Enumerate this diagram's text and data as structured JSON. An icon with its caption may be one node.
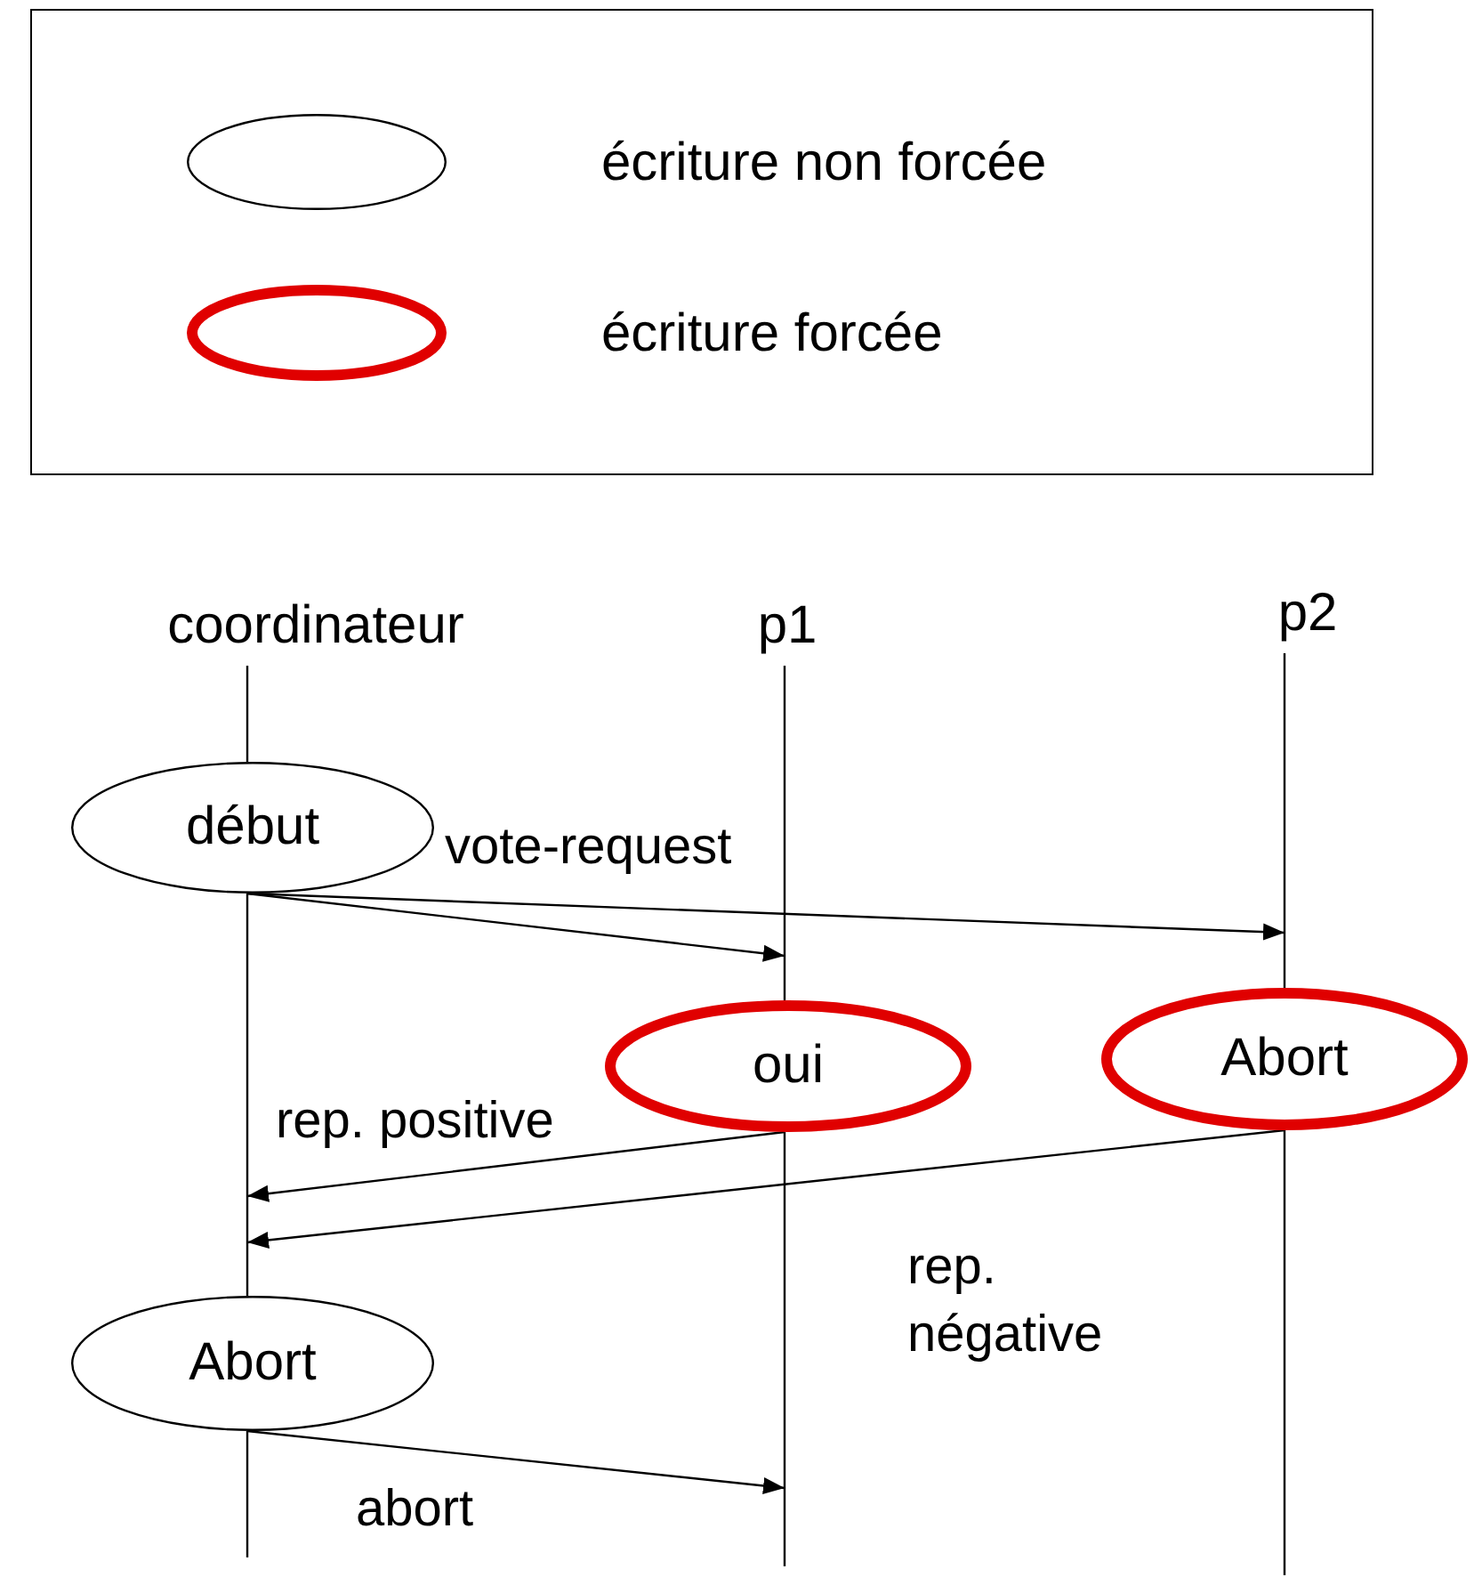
{
  "diagram": {
    "nodes": [
      {
        "text": [
          "coordinateur"
        ]
      },
      {
        "text": [
          "p1"
        ]
      },
      {
        "text": [
          "p2"
        ]
      },
      {
        "text": [
          "début"
        ]
      },
      {
        "text": [
          "oui"
        ]
      },
      {
        "text": [
          "Abort"
        ]
      },
      {
        "text": [
          "Abort"
        ]
      }
    ],
    "edges": [
      {
        "from": 0,
        "to": 3,
        "arrow": "none"
      },
      {
        "from": 3,
        "to": 6,
        "arrow": "none"
      },
      {
        "from": 6,
        "to": null,
        "arrow": "none"
      },
      {
        "from": 1,
        "to": 4,
        "arrow": "none"
      },
      {
        "from": 4,
        "to": null,
        "arrow": "none"
      },
      {
        "from": 2,
        "to": 5,
        "arrow": "none"
      },
      {
        "from": 5,
        "to": null,
        "arrow": "none"
      },
      {
        "from": 3,
        "to": null,
        "arrow": "to",
        "label": "vote-request"
      },
      {
        "from": 3,
        "to": null,
        "arrow": "to"
      },
      {
        "from": 4,
        "to": null,
        "arrow": "to",
        "label": "rep. positive"
      },
      {
        "from": 5,
        "to": null,
        "arrow": "to",
        "label": "rep. négative"
      },
      {
        "from": 6,
        "to": null,
        "arrow": "to",
        "label": "abort"
      }
    ],
    "legend": [
      {
        "text": "écriture non forcée"
      },
      {
        "text": "écriture forcée"
      }
    ]
  }
}
